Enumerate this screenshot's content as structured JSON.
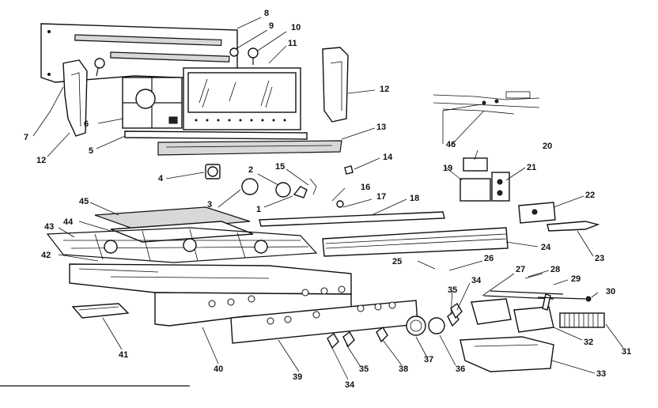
{
  "diagram": {
    "part_labels": [
      "1",
      "2",
      "3",
      "4",
      "5",
      "6",
      "7",
      "8",
      "9",
      "10",
      "11",
      "12",
      "12",
      "13",
      "14",
      "15",
      "16",
      "17",
      "18",
      "19",
      "20",
      "21",
      "22",
      "23",
      "24",
      "25",
      "26",
      "27",
      "28",
      "29",
      "30",
      "31",
      "32",
      "33",
      "34",
      "35",
      "34",
      "35",
      "36",
      "37",
      "38",
      "39",
      "40",
      "41",
      "42",
      "43",
      "44",
      "45",
      "46"
    ]
  }
}
